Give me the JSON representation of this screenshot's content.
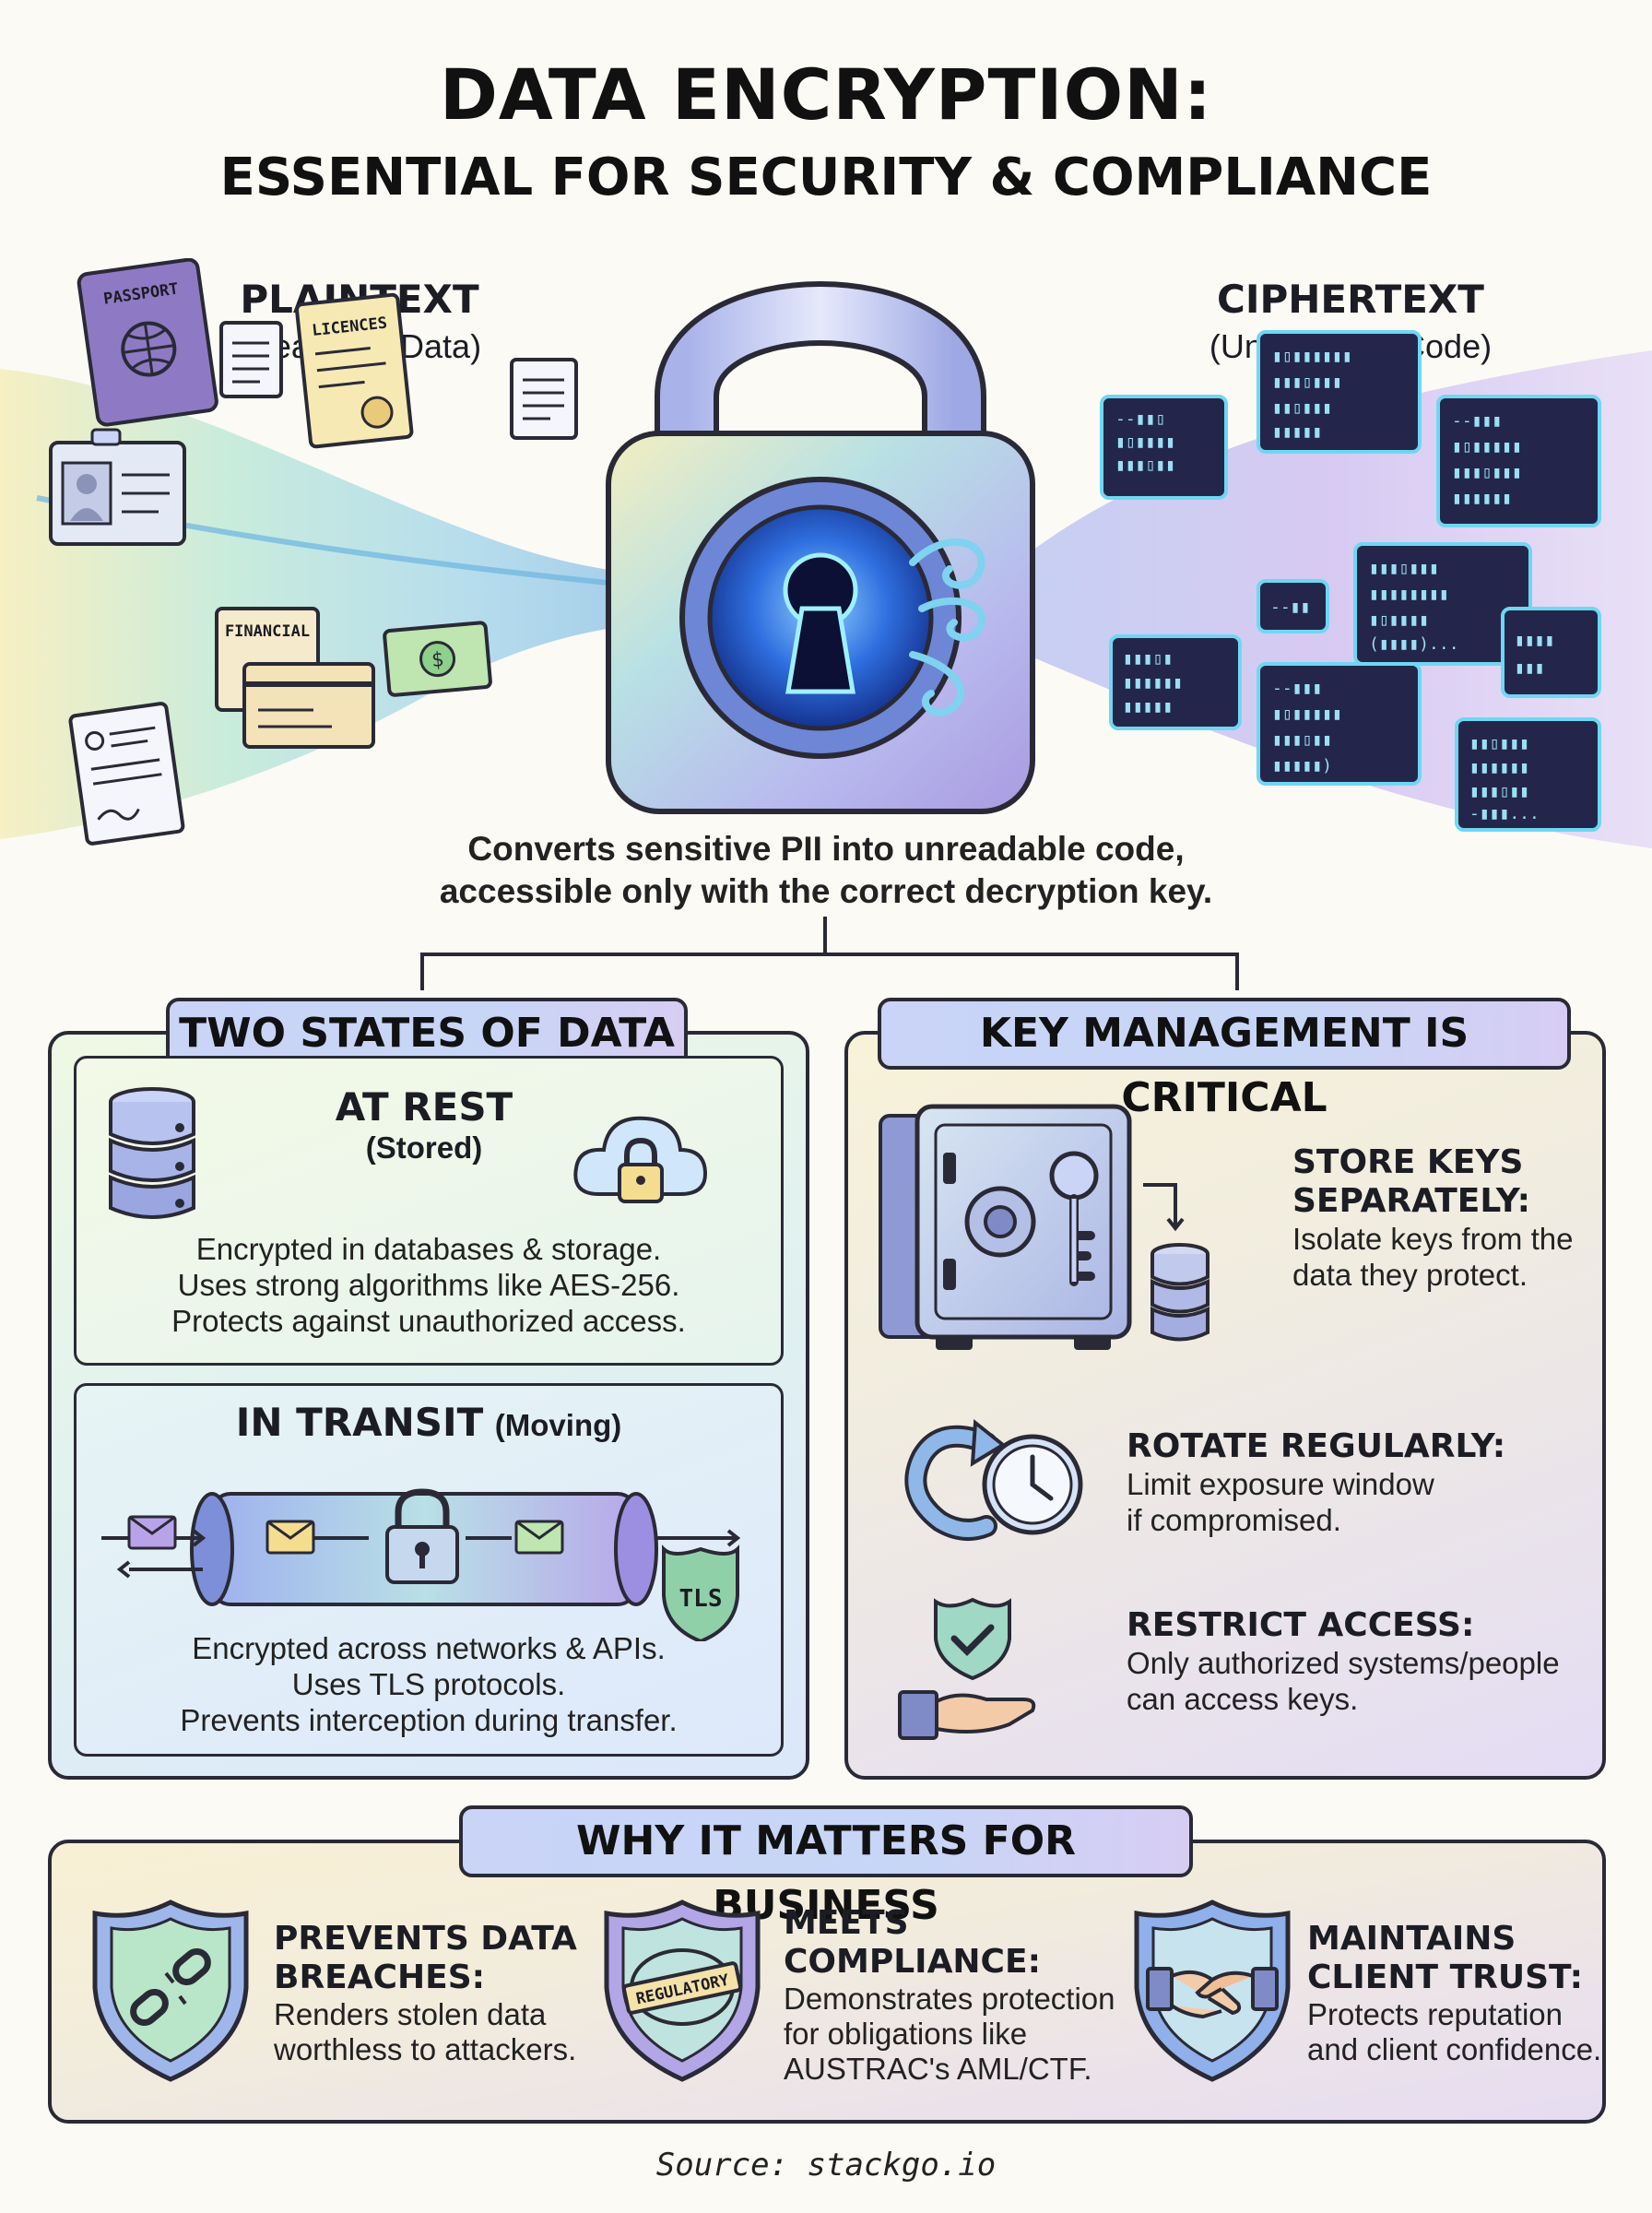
{
  "title": "DATA ENCRYPTION:",
  "subtitle": "ESSENTIAL FOR SECURITY & COMPLIANCE",
  "plaintext": {
    "heading": "PLAINTEXT",
    "sub": "(Readable Data)",
    "doc_labels": {
      "passport": "PASSPORT",
      "licences": "LICENCES",
      "financial": "FINANCIAL"
    }
  },
  "ciphertext": {
    "heading": "CIPHERTEXT",
    "sub": "(Unreadable Code)"
  },
  "tagline": {
    "line1": "Converts sensitive PII into unreadable code,",
    "line2": "accessible only with the correct decryption key."
  },
  "two_states": {
    "label": "TWO STATES OF DATA",
    "at_rest": {
      "heading": "AT REST",
      "sub": "(Stored)",
      "lines": [
        "Encrypted in databases & storage.",
        "Uses strong algorithms like AES-256.",
        "Protects against unauthorized access."
      ]
    },
    "in_transit": {
      "heading": "IN TRANSIT",
      "sub": "(Moving)",
      "tls_label": "TLS",
      "lines": [
        "Encrypted across networks & APIs.",
        "Uses TLS protocols.",
        "Prevents interception during transfer."
      ]
    }
  },
  "key_mgmt": {
    "label": "KEY MANAGEMENT IS CRITICAL",
    "items": [
      {
        "heading1": "STORE KEYS",
        "heading2": "SEPARATELY:",
        "line1": "Isolate keys from the",
        "line2": "data they protect."
      },
      {
        "heading1": "ROTATE REGULARLY:",
        "heading2": "",
        "line1": "Limit exposure window",
        "line2": "if compromised."
      },
      {
        "heading1": "RESTRICT ACCESS:",
        "heading2": "",
        "line1": "Only authorized systems/people",
        "line2": "can access keys."
      }
    ]
  },
  "business": {
    "label": "WHY IT MATTERS FOR BUSINESS",
    "regulatory_stamp": "REGULATORY",
    "items": [
      {
        "heading1": "PREVENTS DATA",
        "heading2": "BREACHES:",
        "line1": "Renders stolen data",
        "line2": "worthless to attackers.",
        "line3": ""
      },
      {
        "heading1": "MEETS",
        "heading2": "COMPLIANCE:",
        "line1": "Demonstrates protection",
        "line2": "for obligations like",
        "line3": "AUSTRAC's AML/CTF."
      },
      {
        "heading1": "MAINTAINS",
        "heading2": "CLIENT TRUST:",
        "line1": "Protects reputation",
        "line2": "and client confidence.",
        "line3": ""
      }
    ]
  },
  "source": "Source: stackgo.io",
  "colors": {
    "ink": "#2a2a36",
    "lock_blue": "#2f6fe0",
    "cipher_purple": "#a98ce8",
    "terminal_bg": "#23264a",
    "terminal_glow": "#6fd7f2",
    "label_bg": "#c9d4f7"
  }
}
